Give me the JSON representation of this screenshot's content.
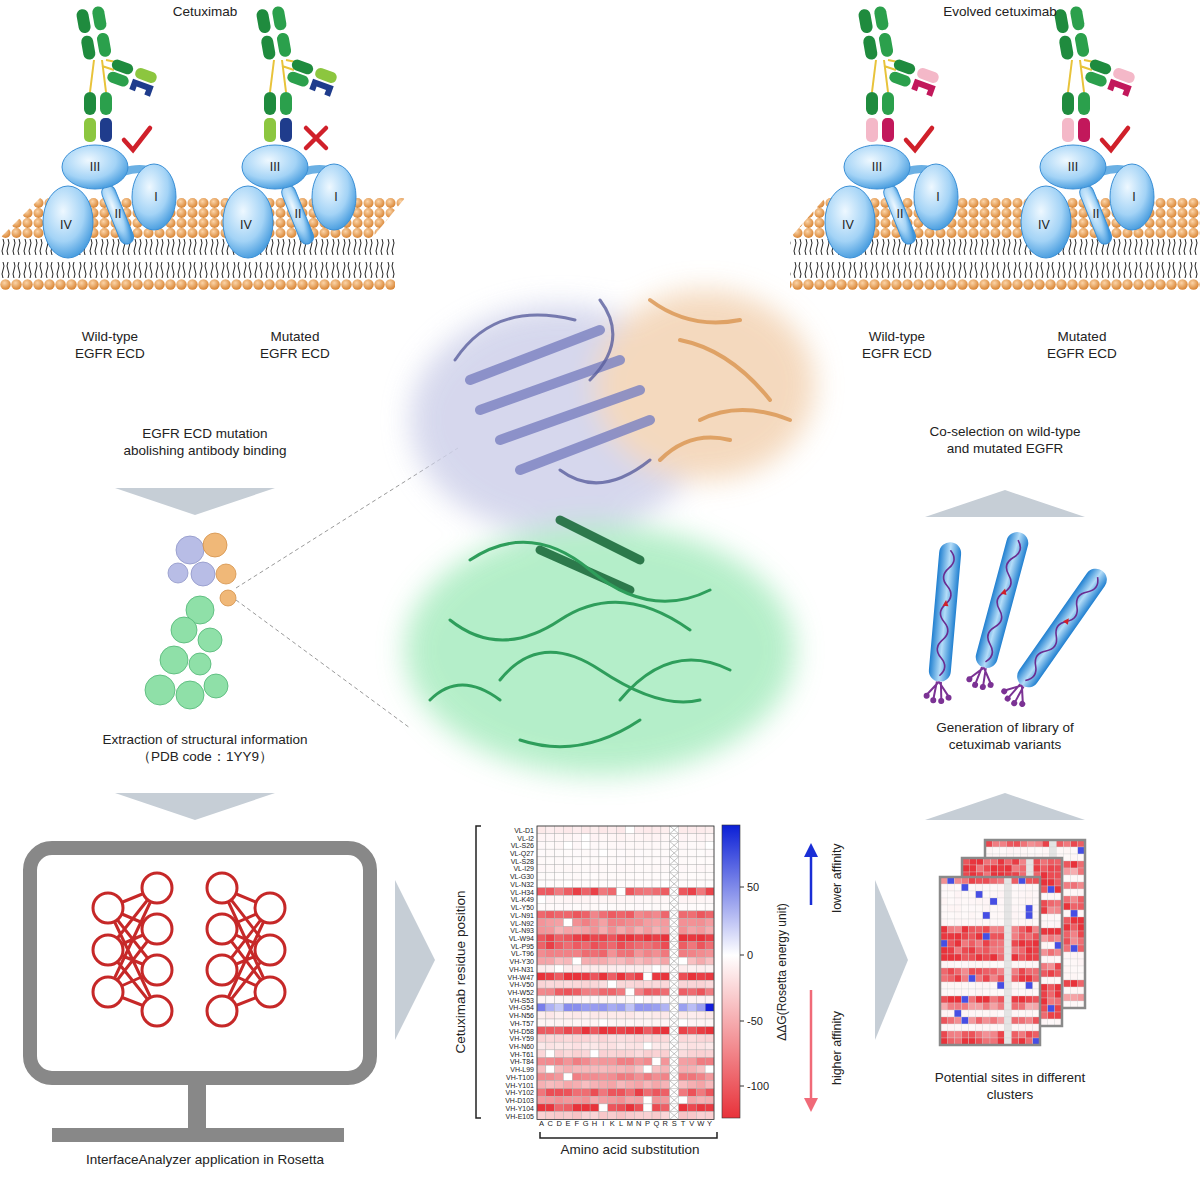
{
  "diagram": {
    "labels": [
      "Cetuximab",
      "Evolved cetuximab",
      "III",
      "IV",
      "II",
      "I",
      "III",
      "IV",
      "II",
      "I",
      "III",
      "IV",
      "II",
      "I",
      "III",
      "IV",
      "II",
      "I",
      "Wild-type EGFR ECD",
      "Mutated EGFR ECD",
      "Wild-type EGFR ECD",
      "Mutated EGFR ECD",
      "EGFR ECD mutation abolishing antibody binding",
      "Extraction of structural information （PDB code：1YY9）",
      "InterfaceAnalyzer application in Rosetta",
      "Cetuximab residue position",
      "VL-D1",
      "VL-I2",
      "VL-S26",
      "VL-Q27",
      "VL-S28",
      "VL-I29",
      "VL-G30",
      "VL-N32",
      "VL-H34",
      "VL-K49",
      "VL-Y50",
      "VL-N91",
      "VL-N92",
      "VL-N93",
      "VL-W94",
      "VL-P95",
      "VL-T96",
      "VH-Y30",
      "VH-N31",
      "VH-W47",
      "VH-V50",
      "VH-W52",
      "VH-S53",
      "VH-G54",
      "VH-N56",
      "VH-T57",
      "VH-D58",
      "VH-Y59",
      "VH-N60",
      "VH-T61",
      "VH-T84",
      "VH-L99",
      "VH-T100",
      "VH-Y101",
      "VH-Y102",
      "VH-D103",
      "VH-Y104",
      "VH-E105",
      "A",
      "C",
      "D",
      "E",
      "F",
      "G",
      "H",
      "I",
      "K",
      "L",
      "M",
      "N",
      "P",
      "Q",
      "R",
      "S",
      "T",
      "V",
      "W",
      "Y",
      "Amino acid substitution",
      "50",
      "0",
      "-50",
      "-100",
      "ΔΔG(Rosetta energy unit)",
      "lower affinity",
      "higher affinity",
      "Potential sites in different clusters",
      "Generation of library of cetuximab variants",
      "Co-selection on wild-type and mutated EGFR"
    ]
  }
}
